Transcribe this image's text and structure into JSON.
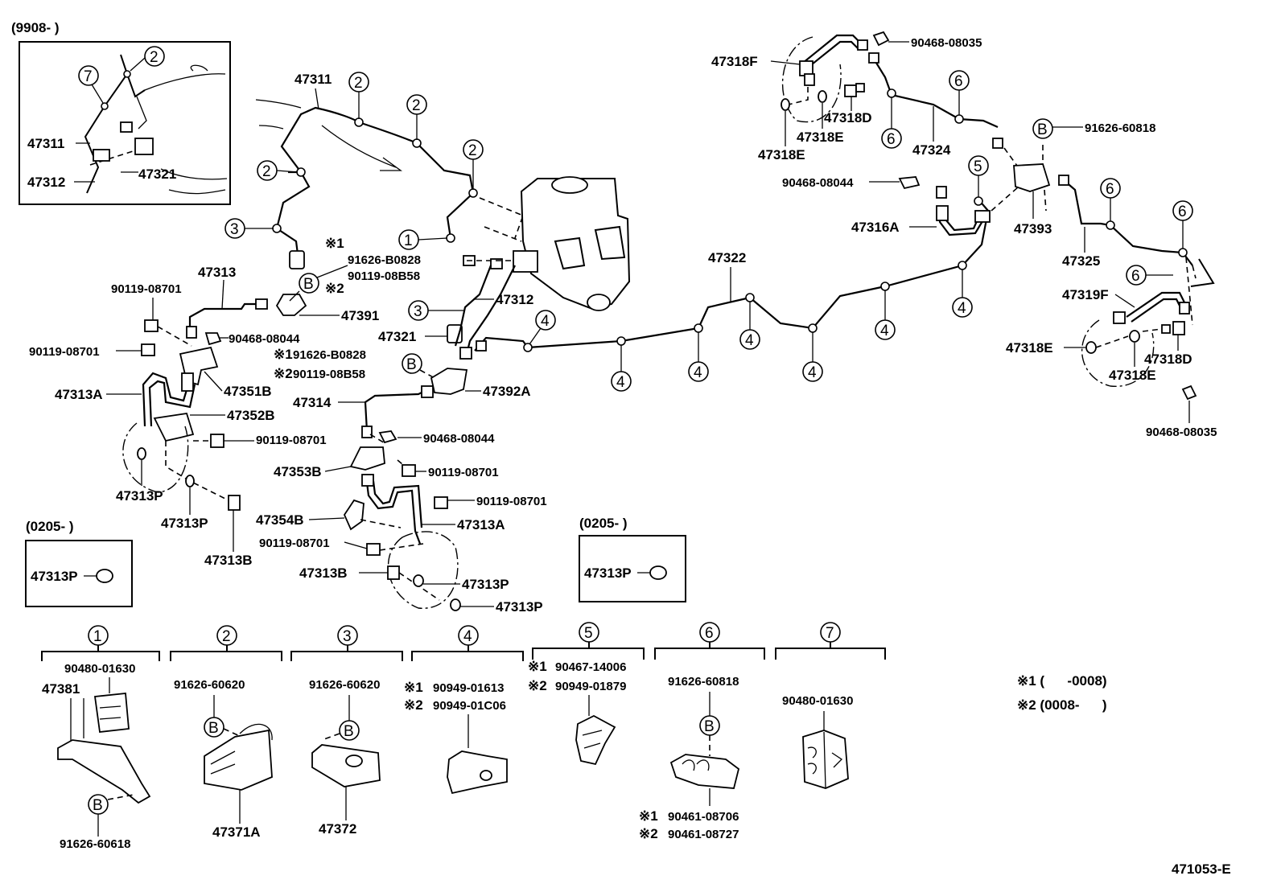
{
  "diagram_code": "471053-E",
  "notes": {
    "note1": "※1 (      -0008)",
    "note2": "※2 (0008-      )"
  },
  "insets": {
    "top_left_date": "(9908-      )",
    "left_date": "(0205-      )",
    "mid_date": "(0205-      )",
    "left_part": "47313P",
    "mid_part": "47313P"
  },
  "marks": {
    "m1": "※1",
    "m2": "※2"
  },
  "circled": [
    "1",
    "2",
    "3",
    "4",
    "5",
    "6",
    "7"
  ],
  "labels": {
    "p47311_a": "47311",
    "p47311_b": "47311",
    "p47312_a": "47312",
    "p47312_b": "47312",
    "p47321_a": "47321",
    "p47321_b": "47321",
    "p47313": "47313",
    "p47313A_l": "47313A",
    "p47313A_r": "47313A",
    "p47313P_1": "47313P",
    "p47313P_2": "47313P",
    "p47313P_3": "47313P",
    "p47313P_4": "47313P",
    "p47313B_l": "47313B",
    "p47313B_r": "47313B",
    "p47351B": "47351B",
    "p47352B": "47352B",
    "p47353B": "47353B",
    "p47354B": "47354B",
    "p47391": "47391",
    "p47392A": "47392A",
    "p47314": "47314",
    "p47322": "47322",
    "p47318F": "47318F",
    "p47318D_t": "47318D",
    "p47318E_t1": "47318E",
    "p47318E_t2": "47318E",
    "p47324": "47324",
    "p47316A": "47316A",
    "p47393": "47393",
    "p47325": "47325",
    "p47319F": "47319F",
    "p47318E_r1": "47318E",
    "p47318D_r": "47318D",
    "p47318E_r2": "47318E",
    "c90119_08701_a": "90119-08701",
    "c90119_08701_b": "90119-08701",
    "c90119_08701_c": "90119-08701",
    "c90119_08701_d": "90119-08701",
    "c90119_08701_e": "90119-08701",
    "c90119_08701_f": "90119-08701",
    "c90468_08044_a": "90468-08044",
    "c90468_08044_b": "90468-08044",
    "c90468_08044_c": "90468-08044",
    "c91626_B0828_a": "91626-B0828",
    "c90119_08858_a": "90119-08B58",
    "c91626_B0828_b": "91626-B0828",
    "c90119_08858_b": "90119-08B58",
    "c90468_08035_t": "90468-08035",
    "c91626_60818_r": "91626-60818",
    "c90468_08035_r": "90468-08035",
    "letter_B": "B"
  },
  "kits": [
    {
      "num": "1",
      "parts": [
        "90480-01630",
        "47381",
        "91626-60618"
      ]
    },
    {
      "num": "2",
      "parts": [
        "91626-60620",
        "47371A"
      ]
    },
    {
      "num": "3",
      "parts": [
        "91626-60620",
        "47372"
      ]
    },
    {
      "num": "4",
      "parts": [
        "90949-01613",
        "90949-01C06"
      ]
    },
    {
      "num": "5",
      "parts": [
        "90467-14006",
        "90949-01879"
      ]
    },
    {
      "num": "6",
      "parts": [
        "91626-60818",
        "90461-08706",
        "90461-08727"
      ]
    },
    {
      "num": "7",
      "parts": [
        "90480-01630"
      ]
    }
  ]
}
